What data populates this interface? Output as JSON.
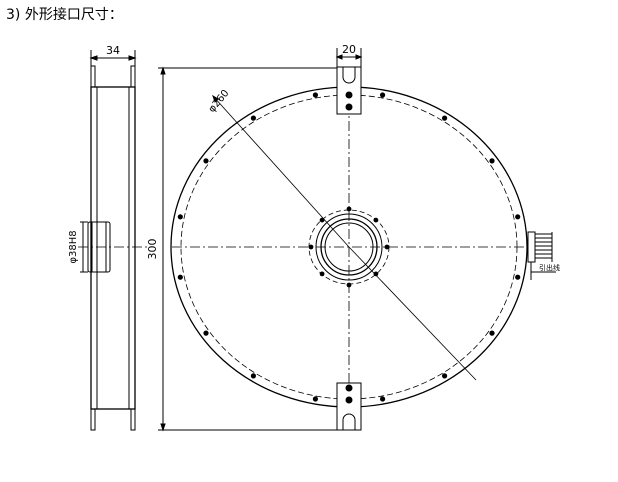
{
  "title": "3) 外形接口尺寸：",
  "dimensions": {
    "side_width": "34",
    "overall_height": "300",
    "bore": "φ38H8",
    "bolt_circle": "φ260",
    "bracket_width": "20",
    "cable_label": "引出线"
  }
}
